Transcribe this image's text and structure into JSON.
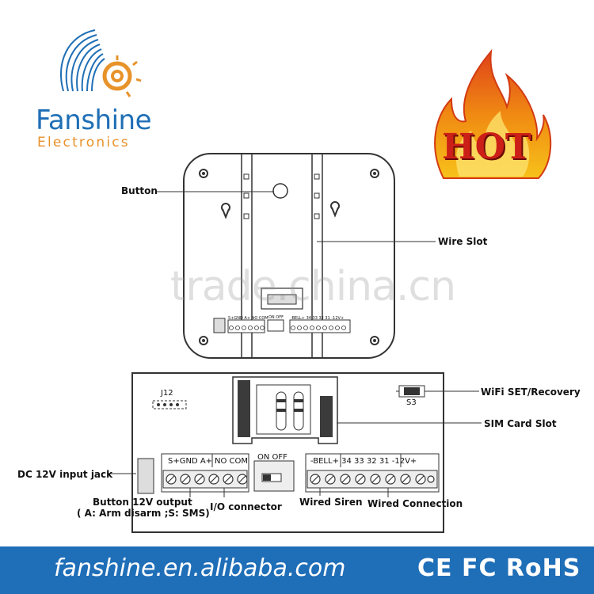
{
  "brand": {
    "name": "Fanshine",
    "subtitle": "Electronics"
  },
  "badge": {
    "text": "HOT"
  },
  "watermark": "trade.china.cn",
  "top_device": {
    "labels": {
      "button": "Button",
      "wire_slot": "Wire Slot"
    },
    "terminal_text": {
      "left": "S+GND A+ NO COM",
      "switch": "ON  OFF",
      "right": "-BELL+ 34  33  32  31  -12V+"
    }
  },
  "pcb": {
    "j12": "J12",
    "s3": "S3",
    "switch_label": "ON  OFF",
    "terminal_left_label": "S+GND A+",
    "terminal_mid_label": "NO COM",
    "terminal_right_label": "-BELL+  34   33   32   31   -12V+"
  },
  "callouts": {
    "wifi": "WiFi SET/Recovery",
    "sim": "SIM Card Slot",
    "dc": "DC 12V input jack",
    "button_out": "Button 12V output",
    "button_out_sub": "( A: Arm disarm ;S: SMS)",
    "io": "I/O  connector",
    "siren": "Wired Siren",
    "wired": "Wired Connection"
  },
  "footer": {
    "url": "fanshine.en.alibaba.com",
    "certs": "CE FC RoHS"
  },
  "colors": {
    "brand_blue": "#1f6fb6",
    "brand_orange": "#e8922a",
    "hot_red": "#cc1f17",
    "footer_blue": "#1f6eb8"
  }
}
